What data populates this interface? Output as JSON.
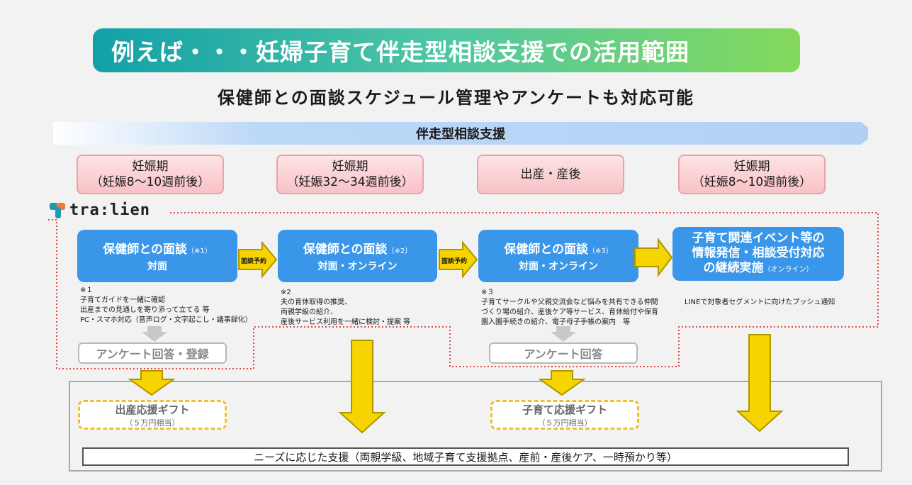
{
  "title": "例えば・・・妊婦子育て伴走型相談支援での活用範囲",
  "subtitle": "保健師との面談スケジュール管理やアンケートも対応可能",
  "band_label": "伴走型相談支援",
  "logo_text": "tra:lien",
  "phases": [
    {
      "line1": "妊娠期",
      "line2": "（妊娠8〜10週前後）"
    },
    {
      "line1": "妊娠期",
      "line2": "（妊娠32〜34週前後）"
    },
    {
      "line1": "出産・産後",
      "line2": ""
    },
    {
      "line1": "妊娠期",
      "line2": "（妊娠8〜10週前後）"
    }
  ],
  "steps": [
    {
      "title": "保健師との面談",
      "mark": "（※1）",
      "sub": "対面"
    },
    {
      "title": "保健師との面談",
      "mark": "（※2）",
      "sub": "対面・オンライン"
    },
    {
      "title": "保健師との面談",
      "mark": "（※3）",
      "sub": "対面・オンライン"
    },
    {
      "line1": "子育て関連イベント等の",
      "line2": "情報発信・相談受付対応",
      "line3": "の継続実施",
      "line3_small": "（オンライン）"
    }
  ],
  "arrow_labels": [
    "面談予約",
    "面談予約"
  ],
  "notes": [
    [
      "※１",
      "子育てガイドを一緒に確認",
      "出産までの見通しを寄り添って立てる 等",
      "PC・スマホ対応（音声ログ・文字起こし・議事録化）"
    ],
    [
      "※2",
      "夫の育休取得の推奨、",
      "両親学級の紹介、",
      "産後サービス利用を一緒に検討・提案 等"
    ],
    [
      "※３",
      "子育てサークルや父親交流会など悩みを共有できる仲間",
      "づくり場の紹介、産後ケア等サービス、育休給付や保育",
      "園入園手続きの紹介、電子母子手帳の案内　等"
    ],
    [
      "LINEで対象者セグメントに向けたプッシュ通知"
    ]
  ],
  "surveys": [
    "アンケート回答・登録",
    "アンケート回答"
  ],
  "gifts": [
    {
      "name": "出産応援ギフト",
      "amount": "（５万円相当）"
    },
    {
      "name": "子育て応援ギフト",
      "amount": "（５万円相当）"
    }
  ],
  "needs": "ニーズに応じた支援（両親学級、地域子育て支援拠点、産前・産後ケア、一時預かり等）",
  "colors": {
    "blue": "#3a96e8",
    "pink": "#f7c2c6",
    "yellow": "#f5d400",
    "red_dotted": "#e04848"
  }
}
